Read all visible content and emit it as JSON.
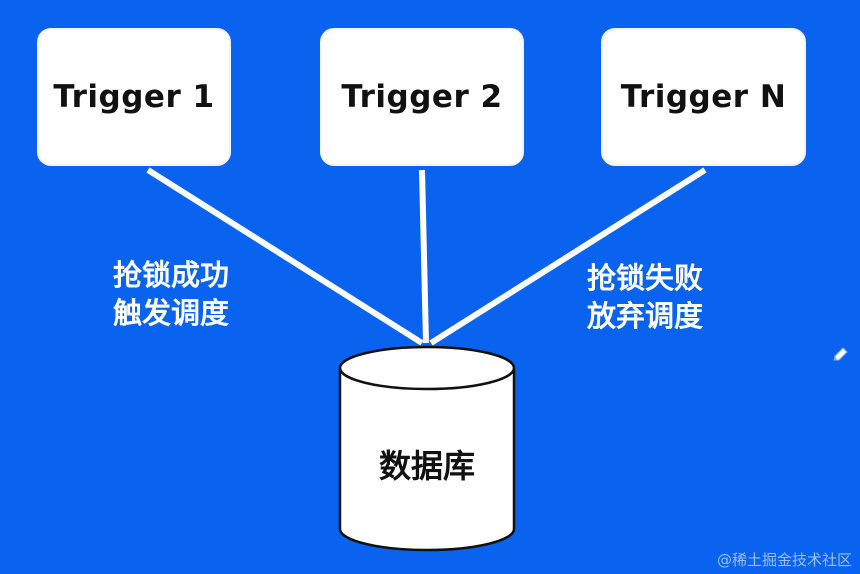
{
  "diagram": {
    "triggers": [
      {
        "label": "Trigger 1"
      },
      {
        "label": "Trigger 2"
      },
      {
        "label": "Trigger N"
      }
    ],
    "annotations": {
      "success": [
        "抢锁成功",
        "触发调度"
      ],
      "fail": [
        "抢锁失败",
        "放弃调度"
      ]
    },
    "database": {
      "label": "数据库"
    }
  },
  "watermark": "@稀土掘金技术社区",
  "colors": {
    "background": "#0a63ee",
    "box_fill": "#ffffff",
    "connector": "#ffffff",
    "text_dark": "#111111"
  },
  "icons": {
    "edit": "pencil-icon"
  }
}
